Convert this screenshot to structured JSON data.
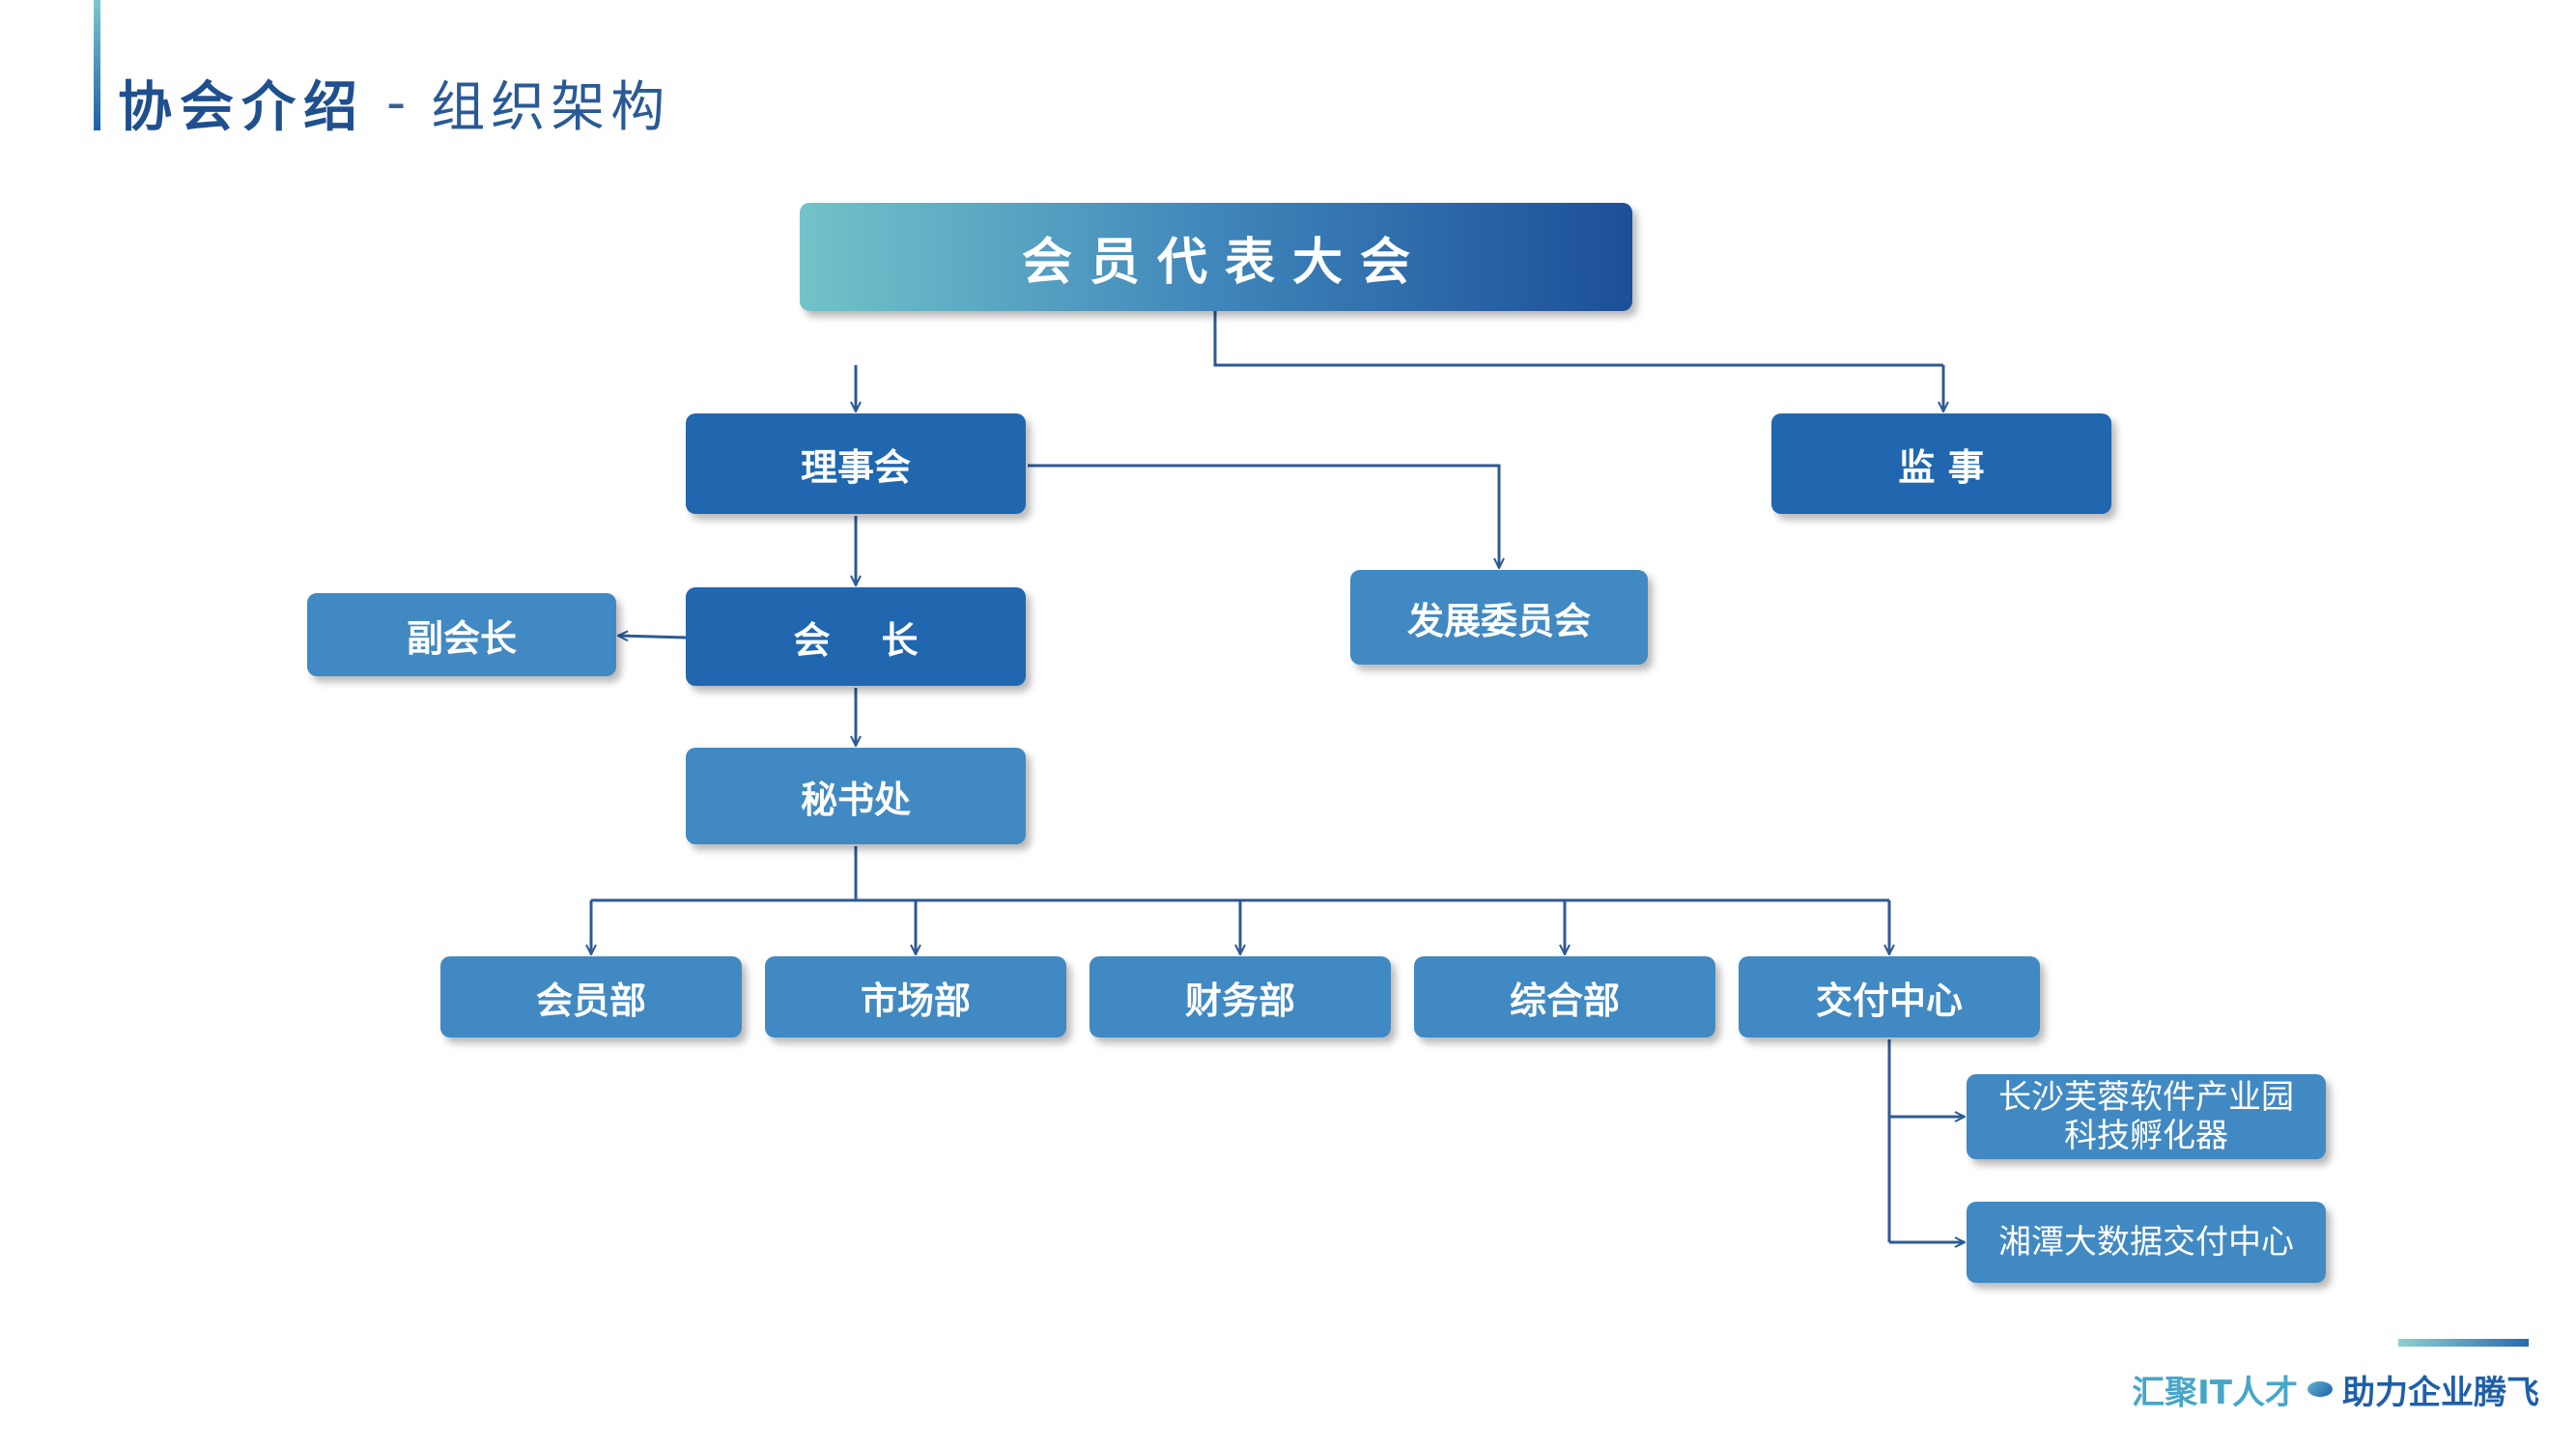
{
  "header": {
    "title": "协会介绍",
    "separator": "-",
    "subtitle": "组织架构"
  },
  "org": {
    "root": "会员代表大会",
    "council": "理事会",
    "supervisor": "监 事",
    "development": "发展委员会",
    "vice_president": "副会长",
    "president": "会    长",
    "secretariat": "秘书处",
    "departments": [
      "会员部",
      "市场部",
      "财务部",
      "综合部",
      "交付中心"
    ],
    "incubator_line1": "长沙芙蓉软件产业园",
    "incubator_line2": "科技孵化器",
    "xiangtan": "湘潭大数据交付中心"
  },
  "footer": {
    "left": "汇聚IT人才",
    "right": "助力企业腾飞"
  },
  "colors": {
    "dark_node": "#2067b0",
    "mid_node": "#4189c2",
    "connector": "#2d5a94",
    "title": "#1f4f8f"
  }
}
